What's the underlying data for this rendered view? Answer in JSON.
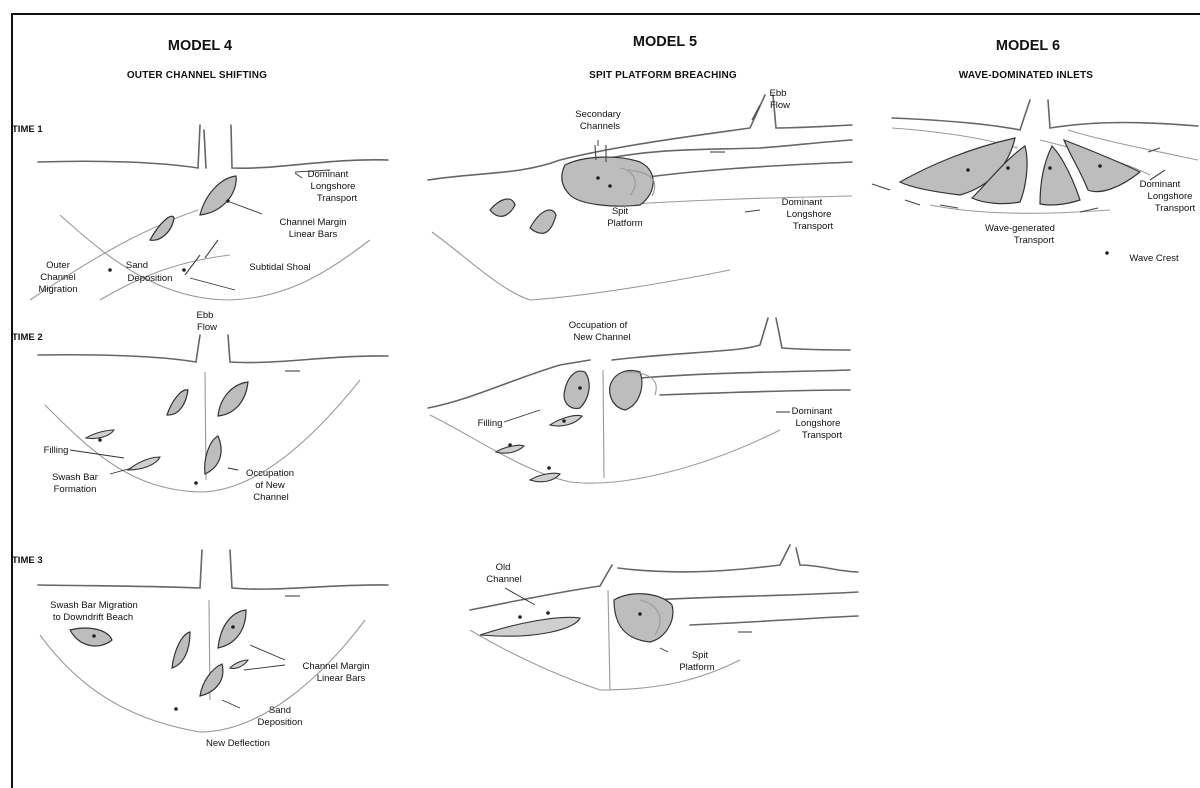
{
  "models": [
    {
      "title": "MODEL 4",
      "subtitle": "OUTER CHANNEL SHIFTING"
    },
    {
      "title": "MODEL 5",
      "subtitle": "SPIT PLATFORM BREACHING"
    },
    {
      "title": "MODEL 6",
      "subtitle": "WAVE-DOMINATED INLETS"
    }
  ],
  "times": [
    "TIME 1",
    "TIME 2",
    "TIME 3"
  ],
  "labels": {
    "m4t1": [
      "Dominant",
      "Longshore",
      "Transport",
      "Channel Margin",
      "Linear Bars",
      "Outer",
      "Channel",
      "Migration",
      "Sand",
      "Deposition",
      "Subtidal Shoal"
    ],
    "m4t2": [
      "Ebb",
      "Flow",
      "Filling",
      "Swash Bar",
      "Formation",
      "Occupation",
      "of New",
      "Channel"
    ],
    "m4t3": [
      "Swash Bar Migration",
      "to Downdrift Beach",
      "Channel Margin",
      "Linear Bars",
      "Sand",
      "Deposition",
      "New Deflection"
    ],
    "m5t1": [
      "Ebb",
      "Flow",
      "Secondary",
      "Channels",
      "Spit",
      "Platform",
      "Dominant",
      "Longshore",
      "Transport"
    ],
    "m5t2": [
      "Occupation of",
      "New Channel",
      "Filling",
      "Dominant",
      "Longshore",
      "Transport"
    ],
    "m5t3": [
      "Old",
      "Channel",
      "Spit",
      "Platform"
    ],
    "m6": [
      "Dominant",
      "Longshore",
      "Transport",
      "Wave-generated",
      "Transport",
      "Wave Crest"
    ]
  }
}
